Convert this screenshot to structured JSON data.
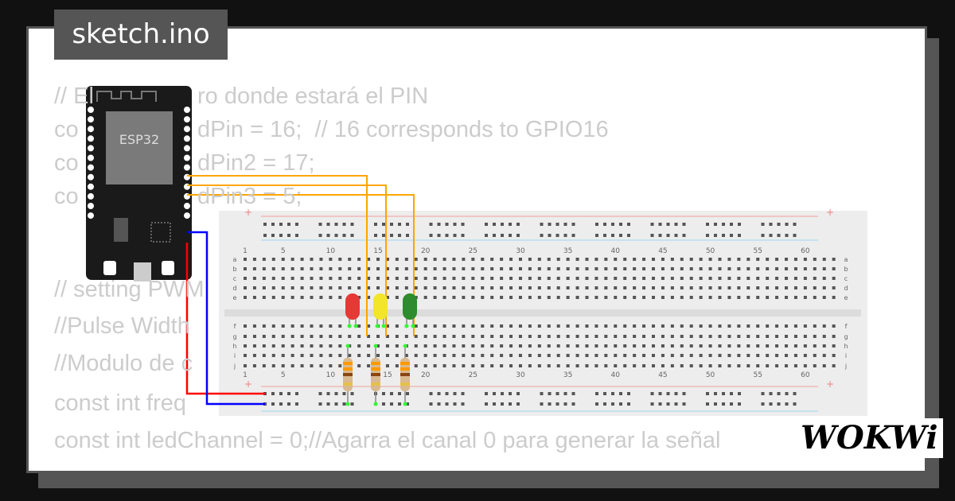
{
  "tab": {
    "title": "sketch.ino"
  },
  "code": [
    {
      "a": "// El",
      "b": "ro donde estará el PIN"
    },
    {
      "a": "co",
      "b": "dPin = 16;  // 16 corresponds to GPIO16"
    },
    {
      "a": "co",
      "b": "dPin2 = 17;"
    },
    {
      "a": "co",
      "b": "dPin3 = 5;"
    },
    {
      "a": "// setting PWM",
      "b": ""
    },
    {
      "a": "//Pulse Width",
      "b": ""
    },
    {
      "a": "//Modulo de c",
      "b": ""
    },
    {
      "a": "const int freq",
      "b": ""
    },
    {
      "a": "const int ledChannel = 0;//Agarra el canal 0 para generar la señal",
      "b": ""
    }
  ],
  "esp32": {
    "label": "ESP32",
    "color": "#1a1a1a"
  },
  "breadboard": {
    "column_labels": [
      "1",
      "5",
      "10",
      "15",
      "20",
      "25",
      "30",
      "35",
      "40",
      "45",
      "50",
      "55",
      "60"
    ],
    "row_labels_top": [
      "a",
      "b",
      "c",
      "d",
      "e"
    ],
    "row_labels_bottom": [
      "f",
      "g",
      "h",
      "i",
      "j"
    ]
  },
  "leds": [
    {
      "color": "#e53935"
    },
    {
      "color": "#f2e52a"
    },
    {
      "color": "#2e8b2e"
    }
  ],
  "wire_colors": {
    "signal": "#ffa500",
    "power": "#ff0000",
    "ground": "#0000ff"
  },
  "logo": "WOKWi"
}
